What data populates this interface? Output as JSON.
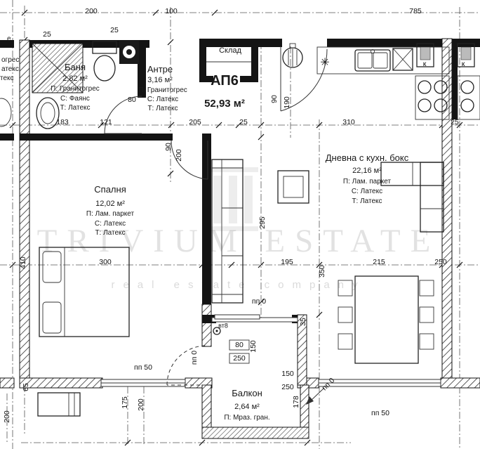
{
  "apartment": {
    "id": "АП6",
    "area": "52,93 м²"
  },
  "rooms": [
    {
      "name": "Баня",
      "area": "2,82 м²",
      "f1": "П: Гранитогрес",
      "f2": "С: Фаянс",
      "f3": "Т: Латекс"
    },
    {
      "name": "Антре",
      "area": "3,16 м²",
      "f1": "П: Гранитогрес",
      "f2": "С: Латекс",
      "f3": "Т: Латекс"
    },
    {
      "name": "Склад",
      "area": "",
      "f1": "",
      "f2": "",
      "f3": ""
    },
    {
      "name": "Дневна с кухн. бокс",
      "area": "22,16 м²",
      "f1": "П: Лам. паркет",
      "f2": "С: Латекс",
      "f3": "Т: Латекс"
    },
    {
      "name": "Спалня",
      "area": "12,02 м²",
      "f1": "П: Лам. паркет",
      "f2": "С: Латекс",
      "f3": "Т: Латекс"
    },
    {
      "name": "Балкон",
      "area": "2,64 м²",
      "f1": "П: Мраз. гран.",
      "f2": "",
      "f3": ""
    }
  ],
  "watermark": {
    "title": "TRIVIUM ESTATE",
    "subtitle": "real estate company"
  },
  "icons": {
    "snowflake": "✳"
  },
  "dims": [
    "200",
    "100",
    "785",
    "25",
    "25",
    "80",
    "90",
    "190",
    "183",
    "121",
    "205",
    "25",
    "310",
    "25",
    "90",
    "200",
    "295",
    "410",
    "300",
    "195",
    "350",
    "215",
    "250",
    "пп 0",
    "вт8",
    "35",
    "80",
    "250",
    "150",
    "пп 0",
    "пп 50",
    "150",
    "250",
    "пп 0",
    "178",
    "175",
    "200",
    "65",
    "пп 50",
    "200",
    "к",
    "к"
  ],
  "fragments": [
    "е",
    "огрес",
    "атекс",
    "текс"
  ]
}
